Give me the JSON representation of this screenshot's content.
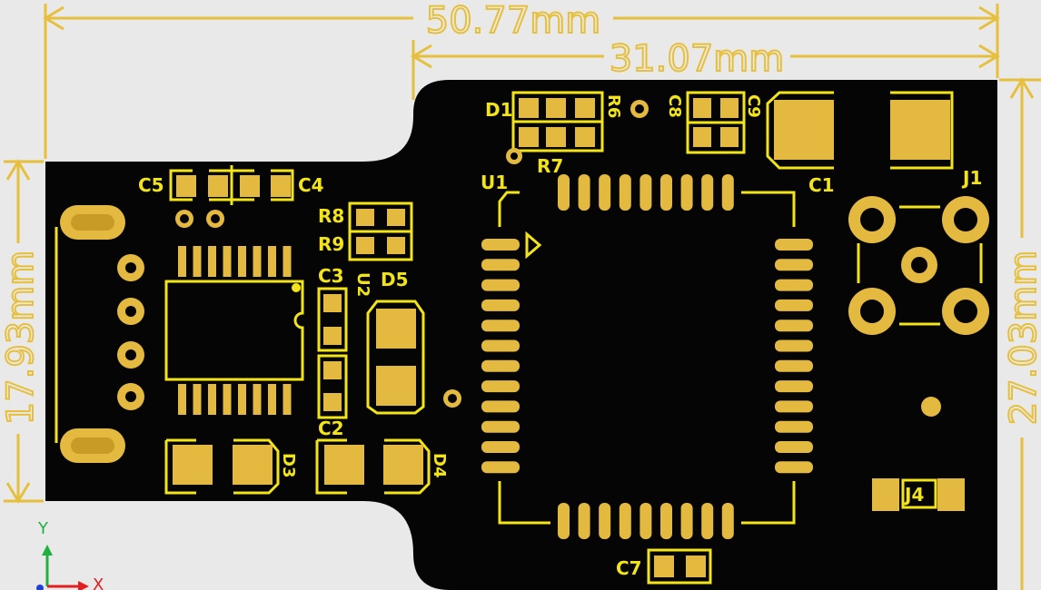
{
  "dimensions": {
    "overall_width": "50.77mm",
    "main_width": "31.07mm",
    "left_height": "17.93mm",
    "right_height": "27.03mm"
  },
  "designators": {
    "C1": "C1",
    "C2": "C2",
    "C3": "C3",
    "C4": "C4",
    "C5": "C5",
    "C7": "C7",
    "C8": "C8",
    "C9": "C9",
    "D1": "D1",
    "D3": "D3",
    "D4": "D4",
    "D5": "D5",
    "J1": "J1",
    "J4": "J4",
    "R6": "R6",
    "R7": "R7",
    "R8": "R8",
    "R9": "R9",
    "U1": "U1",
    "U2": "U2"
  },
  "axes": {
    "x": "X",
    "y": "Y"
  },
  "colors": {
    "background": "#e9e9e9",
    "board": "#050505",
    "copper": "#e3b93f",
    "silkscreen": "#f2e417",
    "dimension": "#e6c03c",
    "axis_x": "#e02020",
    "axis_y": "#20b040",
    "axis_z": "#2040d0"
  }
}
